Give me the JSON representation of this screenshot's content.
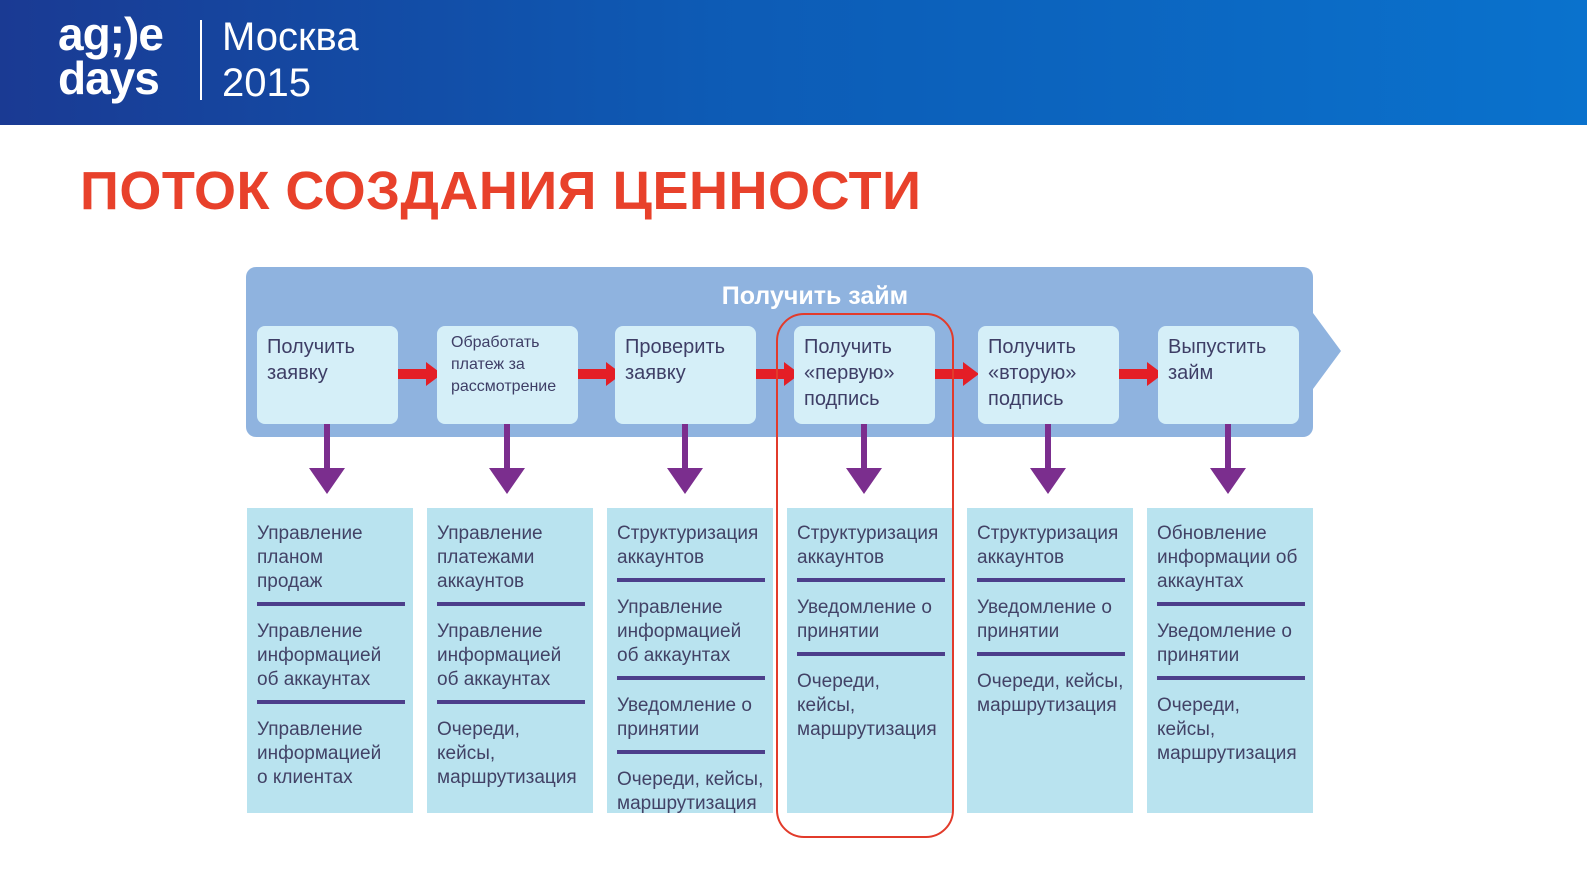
{
  "header": {
    "logo_line1": "ag;)e",
    "logo_line2": "days",
    "city": "Москва",
    "year": "2015"
  },
  "title": "ПОТОК СОЗДАНИЯ ЦЕННОСТИ",
  "band_title": "Получить займ",
  "colors": {
    "header_blue": "#0d5bb5",
    "title_red": "#e8412b",
    "band_blue": "#8fb3df",
    "step_bg": "#d5eff8",
    "column_bg": "#b9e3ef",
    "flow_arrow_red": "#e41e26",
    "down_arrow_purple": "#7b2e8e",
    "separator_purple": "#4c3f8b",
    "highlight_red": "#e23b2b"
  },
  "steps": [
    "Получить\nзаявку",
    "Обработать\nплатеж за\nрассмотрение",
    "Проверить\nзаявку",
    "Получить\n«первую»\nподпись",
    "Получить\n«вторую»\nподпись",
    "Выпустить\nзайм"
  ],
  "columns": [
    [
      "Управление\nпланом\nпродаж",
      "Управление\nинформацией\nоб аккаунтах",
      "Управление\nинформацией\nо клиентах"
    ],
    [
      "Управление\nплатежами\nаккаунтов",
      "Управление\nинформацией\nоб аккаунтах",
      "Очереди,\nкейсы,\nмаршрутизация"
    ],
    [
      "Структуризация\nаккаунтов",
      "Управление\nинформацией\nоб аккаунтах",
      "Уведомление о\nпринятии",
      "Очереди, кейсы,\nмаршрутизация"
    ],
    [
      "Структуризация\nаккаунтов",
      "Уведомление о\nпринятии",
      "Очереди,\nкейсы,\nмаршрутизация"
    ],
    [
      "Структуризация\nаккаунтов",
      "Уведомление о\nпринятии",
      "Очереди, кейсы,\nмаршрутизация"
    ],
    [
      "Обновление\nинформации об\nаккаунтах",
      "Уведомление о\nпринятии",
      "Очереди,\nкейсы,\nмаршрутизация"
    ]
  ]
}
